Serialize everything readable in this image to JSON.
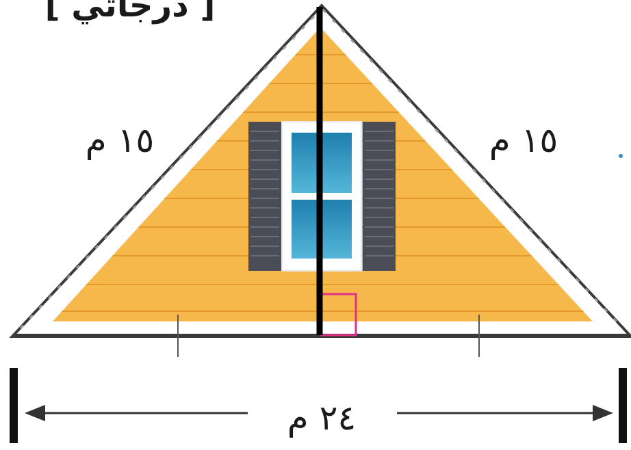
{
  "header": {
    "text": "[ دﺭﺟﺎﺗﻲ ]"
  },
  "labels": {
    "left_side": "١٥ م",
    "right_side": "١٥ م",
    "base": "٢٤ م"
  },
  "colors": {
    "siding": "#f7b84b",
    "siding_line": "#e39a2a",
    "roof_edge": "#3a3a3a",
    "height_line": "#000000",
    "right_angle": "#e0308a",
    "shutter": "#4a4d55",
    "glass": "#2f8fb8"
  }
}
